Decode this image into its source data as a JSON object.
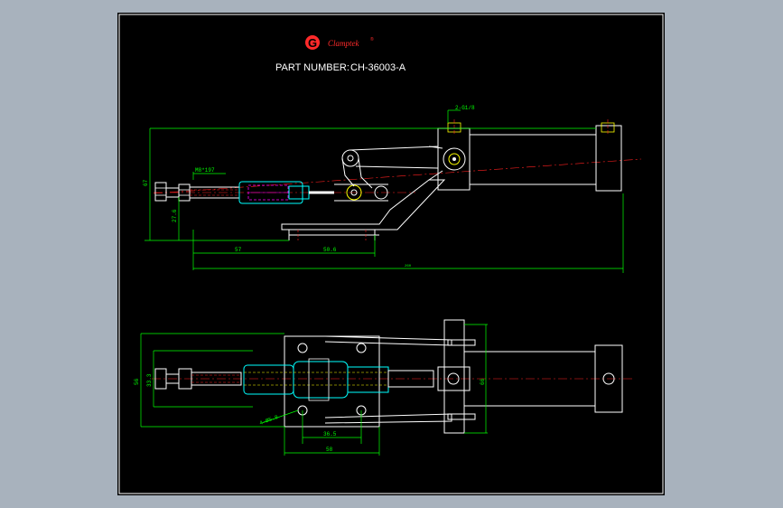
{
  "brand": {
    "logo_letter": "G",
    "logo_name": "Clamptek",
    "registered": "®"
  },
  "title_block": {
    "label": "PART NUMBER:",
    "value": "CH-36003-A"
  },
  "dimensions": {
    "side_view": {
      "port": "2-G1/8",
      "bore": "M8*197",
      "height_total": "67",
      "height_lower": "27.6",
      "offset_left": "57",
      "offset_mid": "50.6",
      "length_total": "260"
    },
    "top_view": {
      "width_outer": "56",
      "width_inner": "33.3",
      "holes": "4-Ø5.8",
      "spacing_inner": "36.5",
      "spacing_outer": "58",
      "height_right": "66"
    }
  },
  "colors": {
    "background": "#a8b2bd",
    "canvas": "#000000",
    "frame": "#ffffff",
    "brand_red": "#ff2a2a",
    "dimension_green": "#00ff00",
    "dimension_red": "#ff2020",
    "part_white": "#ffffff",
    "part_cyan": "#00ffff",
    "part_magenta": "#ff00ff",
    "part_yellow": "#ffff00"
  }
}
